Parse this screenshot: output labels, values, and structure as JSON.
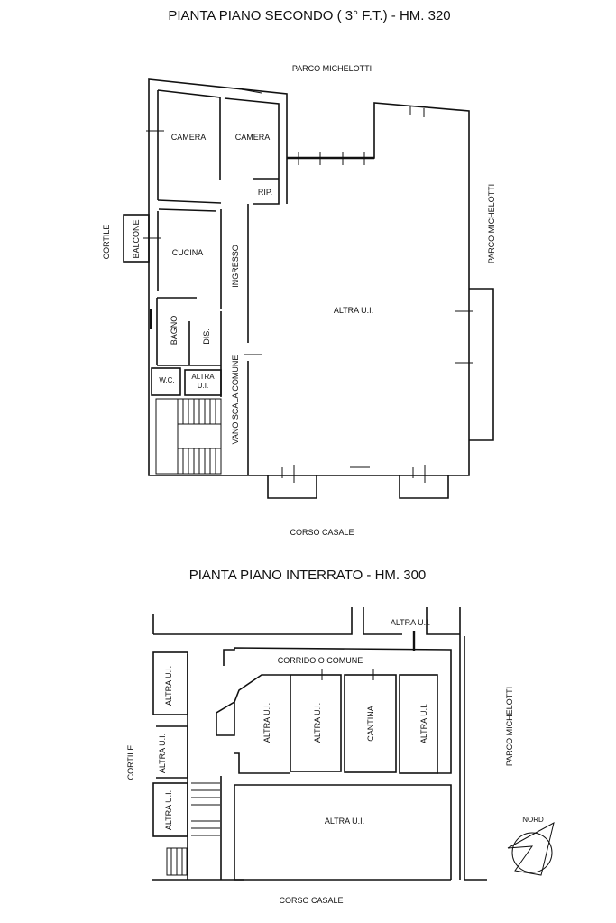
{
  "titles": {
    "second_floor": "PIANTA PIANO SECONDO ( 3° F.T.) - HM. 320",
    "basement": "PIANTA PIANO INTERRATO - HM. 300"
  },
  "second_floor": {
    "surroundings": {
      "top": "PARCO MICHELOTTI",
      "right": "PARCO MICHELOTTI",
      "left": "CORTILE",
      "bottom": "CORSO CASALE"
    },
    "rooms": {
      "camera_1": "CAMERA",
      "camera_2": "CAMERA",
      "rip": "RIP.",
      "balcone": "BALCONE",
      "cucina": "CUCINA",
      "ingresso": "INGRESSO",
      "bagno": "BAGNO",
      "dis": "DIS.",
      "wc": "W.C.",
      "altra_ui_small_1": "ALTRA",
      "altra_ui_small_2": "U.I.",
      "vano_scala": "VANO SCALA COMUNE",
      "altra_ui_large": "ALTRA U.I."
    }
  },
  "basement": {
    "surroundings": {
      "right": "PARCO MICHELOTTI",
      "left": "CORTILE",
      "bottom": "CORSO CASALE"
    },
    "rooms": {
      "top_altra_ui": "ALTRA U.I.",
      "corridoio": "CORRIDOIO COMUNE",
      "left_altra_ui_1": "ALTRA U.I.",
      "left_altra_ui_2": "ALTRA U.I.",
      "left_altra_ui_3": "ALTRA U.I.",
      "room_altra_ui_1": "ALTRA U.I.",
      "room_altra_ui_2": "ALTRA U.I.",
      "cantina": "CANTINA",
      "room_altra_ui_3": "ALTRA U.I.",
      "bottom_altra_ui": "ALTRA U.I."
    },
    "compass_label": "NORD"
  }
}
